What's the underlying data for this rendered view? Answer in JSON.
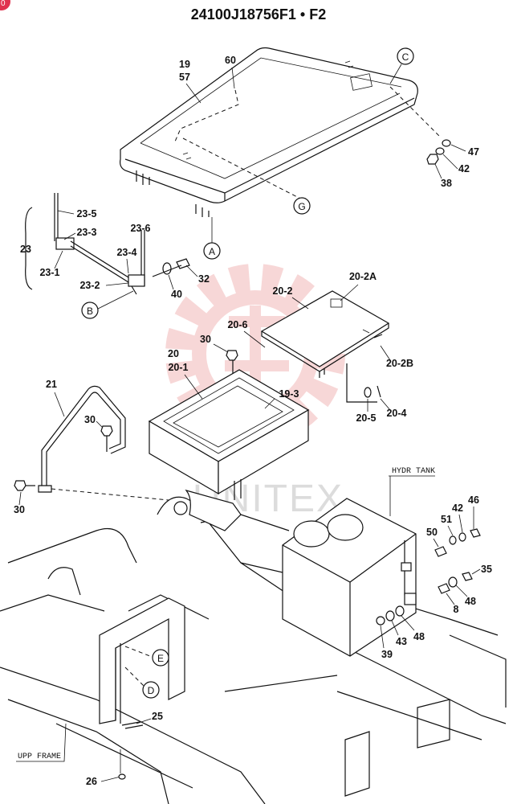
{
  "title": "24100J18756F1 • F2",
  "watermark": "UNITEX",
  "corner_badge": "0",
  "frame_labels": {
    "hydr_tank": "HYDR TANK",
    "upp_frame": "UPP FRAME"
  },
  "callouts": {
    "A": "A",
    "B": "B",
    "C": "C",
    "D": "D",
    "E": "E",
    "G": "G"
  },
  "labels": {
    "p19": "19",
    "p57": "57",
    "p60": "60",
    "p47": "47",
    "p42a": "42",
    "p38": "38",
    "p23_5": "23-5",
    "p23_3": "23-3",
    "p23_6": "23-6",
    "p23": "23",
    "p23_4": "23-4",
    "p23_1": "23-1",
    "p23_2": "23-2",
    "p32": "32",
    "p40": "40",
    "p20_2": "20-2",
    "p20_2a": "20-2A",
    "p20_6": "20-6",
    "p30a": "30",
    "p20": "20",
    "p20_1": "20-1",
    "p20_2b": "20-2B",
    "p19_3": "19-3",
    "p20_5": "20-5",
    "p20_4": "20-4",
    "p21": "21",
    "p30b": "30",
    "p30c": "30",
    "p51": "51",
    "p42b": "42",
    "p46": "46",
    "p50": "50",
    "p35": "35",
    "p8": "8",
    "p48a": "48",
    "p39": "39",
    "p43": "43",
    "p48b": "48",
    "p25": "25",
    "p26": "26"
  },
  "colors": {
    "ink": "#111111",
    "watermark_gear": "#f2b8b8",
    "watermark_text": "#dcdcdc",
    "badge": "#e0334f"
  }
}
